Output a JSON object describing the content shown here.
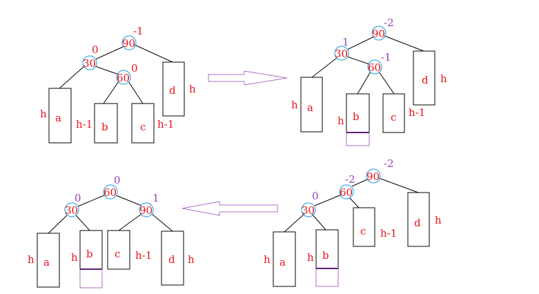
{
  "colors": {
    "label": "#e8121c",
    "balance_purple": "#9b3fb5",
    "ring": "#39a9e3",
    "arrow": "#b06bc8",
    "line": "#000000"
  },
  "panel1": {
    "n90": "90",
    "bf90": "-1",
    "n30": "30",
    "bf30": "0",
    "n60": "60",
    "bf60": "0",
    "a": "a",
    "b": "b",
    "c": "c",
    "d": "d",
    "ha": "h",
    "hb": "h-1",
    "hc": "h-1",
    "hd": "h"
  },
  "panel2": {
    "n90": "90",
    "bf90": "-2",
    "n30": "30",
    "bf30": "1",
    "n60": "60",
    "bf60": "-1",
    "a": "a",
    "b": "b",
    "c": "c",
    "d": "d",
    "ha": "h",
    "hb": "h",
    "hc": "h-1",
    "hd": "h"
  },
  "panel3": {
    "n90": "90",
    "bf90": "-2",
    "n60": "60",
    "bf60": "-2",
    "n30": "30",
    "bf30": "0",
    "a": "a",
    "b": "b",
    "c": "c",
    "d": "d",
    "ha": "h",
    "hb": "h",
    "hc": "h-1",
    "hd": "h"
  },
  "panel4": {
    "n60": "60",
    "bf60": "0",
    "n30": "30",
    "bf30": "0",
    "n90": "90",
    "bf90": "1",
    "a": "a",
    "b": "b",
    "c": "c",
    "d": "d",
    "ha": "h",
    "hb": "h",
    "hc": "h-1",
    "hd": "h"
  }
}
